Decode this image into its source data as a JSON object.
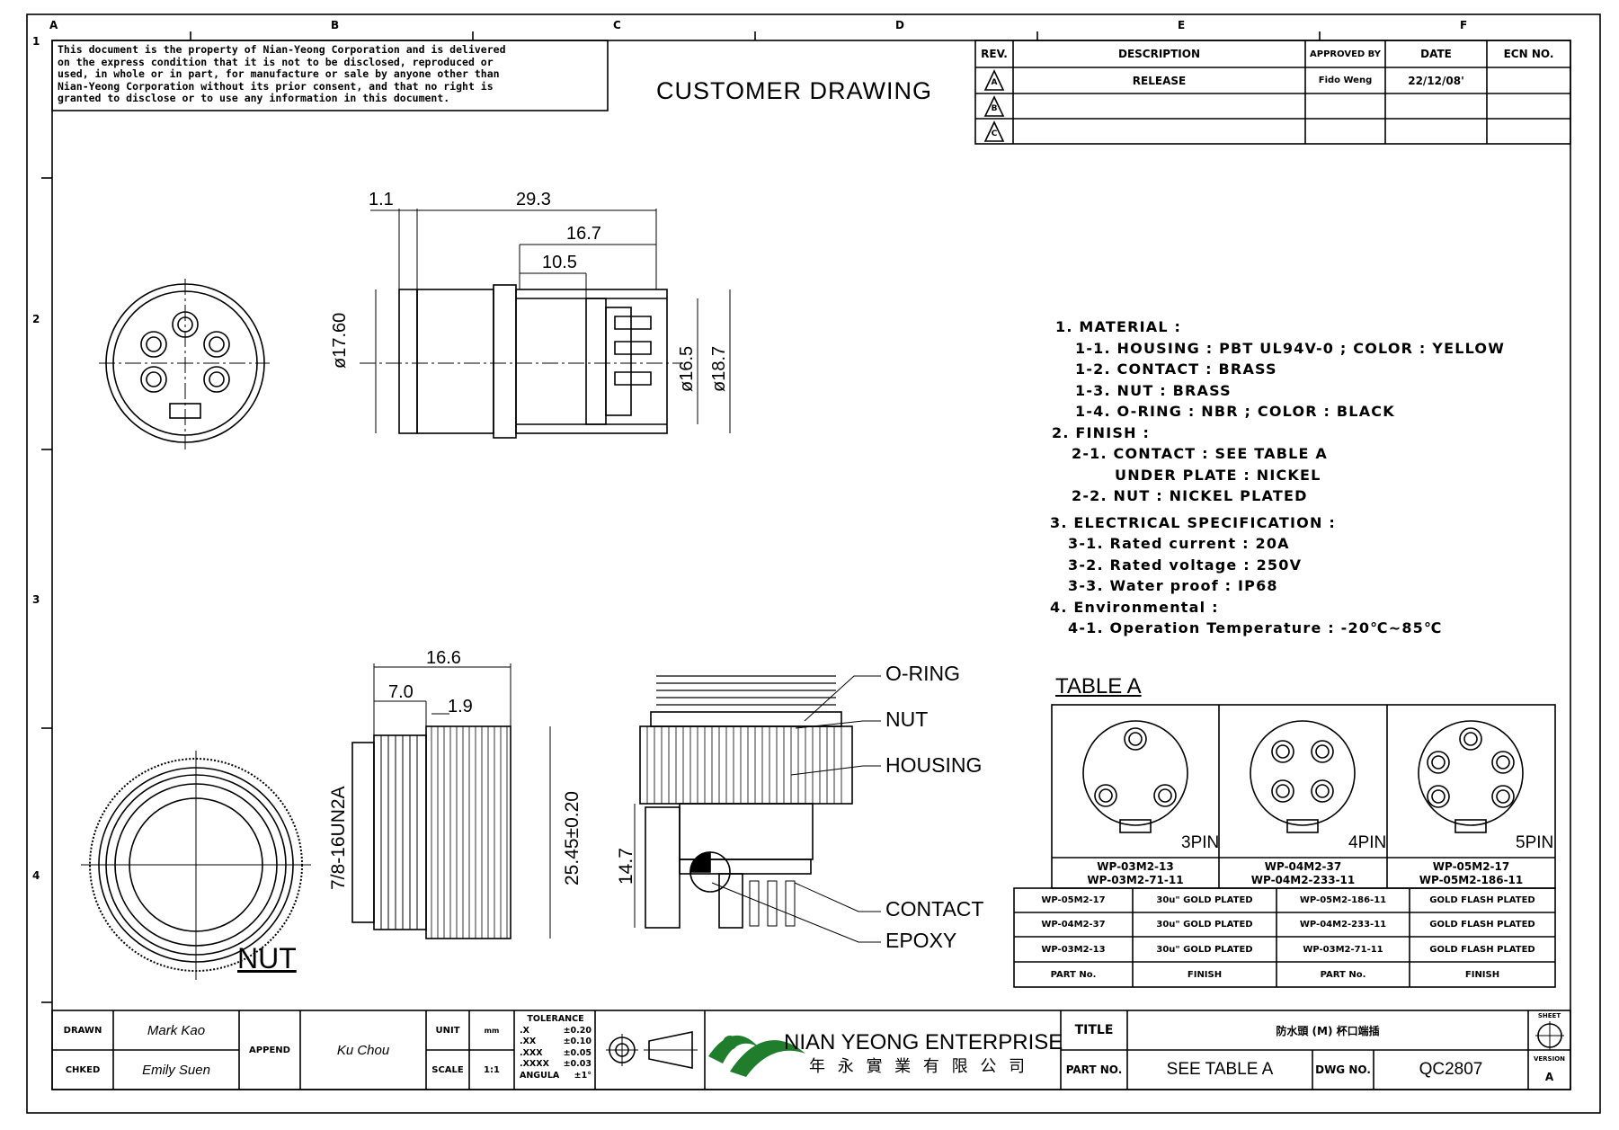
{
  "border": {
    "col_labels": [
      "A",
      "B",
      "C",
      "D",
      "E",
      "F"
    ],
    "row_labels": [
      "1",
      "2",
      "3",
      "4"
    ]
  },
  "notice": {
    "lines": [
      "This document is the property of Nian-Yeong Corporation and is delivered",
      "on  the  express condition that it is not to be disclosed, reproduced or",
      "used, in whole or in part, for manufacture or sale by anyone other than",
      "Nian-Yeong Corporation without  its prior consent, and that  no right  is",
      "granted to disclose or to use any information in this  document."
    ]
  },
  "header_title": "CUSTOMER DRAWING",
  "revision_table": {
    "headers": [
      "REV.",
      "DESCRIPTION",
      "APPROVED BY",
      "DATE",
      "ECN NO."
    ],
    "rows": [
      {
        "rev": "A",
        "description": "RELEASE",
        "approved": "Fido Weng",
        "date": "22/12/08'",
        "ecn": ""
      },
      {
        "rev": "B",
        "description": "",
        "approved": "",
        "date": "",
        "ecn": ""
      },
      {
        "rev": "C",
        "description": "",
        "approved": "",
        "date": "",
        "ecn": ""
      }
    ]
  },
  "dimensions": {
    "side": {
      "d1": "1.1",
      "d2": "29.3",
      "d3": "16.7",
      "d4": "10.5",
      "dia1": "ø17.60",
      "dia2": "ø16.5",
      "dia3": "ø18.7"
    },
    "nut": {
      "d1": "16.6",
      "d2": "7.0",
      "d3": "1.9",
      "thread": "7/8-16UN2A",
      "dia": "25.45±0.20"
    },
    "section": {
      "h": "14.7"
    }
  },
  "callouts": [
    "O-RING",
    "NUT",
    "HOUSING",
    "CONTACT",
    "EPOXY"
  ],
  "nut_label": "NUT",
  "notes": [
    "1. MATERIAL :",
    "1-1. HOUSING : PBT UL94V-0 ; COLOR : YELLOW",
    "1-2. CONTACT : BRASS",
    "1-3. NUT : BRASS",
    "1-4. O-RING : NBR ; COLOR : BLACK",
    "2. FINISH :",
    "2-1. CONTACT : SEE TABLE A",
    "UNDER PLATE : NICKEL",
    "2-2. NUT : NICKEL PLATED",
    "3. ELECTRICAL SPECIFICATION :",
    "3-1. Rated current : 20A",
    "3-2. Rated voltage : 250V",
    "3-3. Water proof : IP68",
    "4. Environmental :",
    "4-1. Operation Temperature : -20℃~85℃"
  ],
  "table_a": {
    "title": "TABLE A",
    "pins": [
      {
        "label": "3PIN",
        "parts": [
          "WP-03M2-13",
          "WP-03M2-71-11"
        ]
      },
      {
        "label": "4PIN",
        "parts": [
          "WP-04M2-37",
          "WP-04M2-233-11"
        ]
      },
      {
        "label": "5PIN",
        "parts": [
          "WP-05M2-17",
          "WP-05M2-186-11"
        ]
      }
    ],
    "finish_rows": [
      [
        "WP-05M2-17",
        "30u\" GOLD PLATED",
        "WP-05M2-186-11",
        "GOLD FLASH PLATED"
      ],
      [
        "WP-04M2-37",
        "30u\" GOLD PLATED",
        "WP-04M2-233-11",
        "GOLD FLASH PLATED"
      ],
      [
        "WP-03M2-13",
        "30u\" GOLD PLATED",
        "WP-03M2-71-11",
        "GOLD FLASH PLATED"
      ]
    ],
    "finish_headers": [
      "PART No.",
      "FINISH",
      "PART No.",
      "FINISH"
    ]
  },
  "title_block": {
    "drawn_label": "DRAWN",
    "drawn_by": "Mark Kao",
    "checked_label": "CHKED",
    "checked_by": "Emily Suen",
    "append_label": "APPEND",
    "append_by": "Ku Chou",
    "unit_label": "UNIT",
    "unit_value": "mm",
    "scale_label": "SCALE",
    "scale_value": "1:1",
    "tolerance_title": "TOLERANCE",
    "tolerance_rows": [
      [
        ".X",
        "±0.20"
      ],
      [
        ".XX",
        "±0.10"
      ],
      [
        ".XXX",
        "±0.05"
      ],
      [
        ".XXXX",
        "±0.03"
      ],
      [
        "ANGULA",
        "±1°"
      ]
    ],
    "company_name": "NIAN YEONG ENTERPRISE",
    "company_chinese": "年 永 實 業 有 限 公 司",
    "title_label": "TITLE",
    "title_value": "防水頭 (M) 杯口端插",
    "part_label": "PART NO.",
    "part_value": "SEE TABLE A",
    "dwg_label": "DWG NO.",
    "dwg_value": "QC2807",
    "sheet_label": "SHEET",
    "version_label": "VERSION",
    "version_value": "A"
  }
}
